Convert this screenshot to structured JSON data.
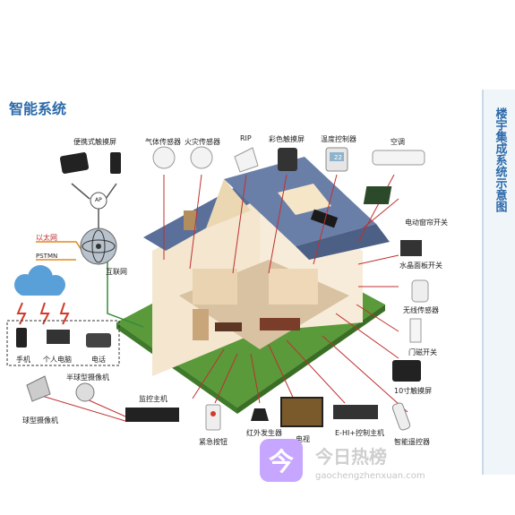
{
  "title": "智能系统",
  "side_title": "楼宇集成系统示意图",
  "labels": {
    "portable_touch": "便携式触摸屏",
    "gas_sensor": "气体传感器",
    "fire_sensor": "火灾传感器",
    "rip": "RIP",
    "color_touch": "彩色触摸屏",
    "temp_controller": "温度控制器",
    "air_conditioner": "空调",
    "ethernet": "以太网",
    "pstmn": "PSTMN",
    "internet": "互联网",
    "ap": "AP",
    "phone_mobile": "手机",
    "pc": "个人电脑",
    "telephone": "电话",
    "half_dome_cam": "半球型摄像机",
    "dome_cam": "球型摄像机",
    "monitor_host": "监控主机",
    "emergency_button": "紧急按钮",
    "ir_emitter": "红外发生器",
    "tv": "电视",
    "ehi_host": "E-HI+控制主机",
    "smart_remote": "智能遥控器",
    "curtain_switch": "电动窗帘开关",
    "lcd_panel_switch": "水晶面板开关",
    "wireless_sensor": "无线传感器",
    "door_switch": "门磁开关",
    "touch_10": "10寸触摸屏"
  },
  "lcd_temp": "22",
  "watermark": {
    "icon_glyph": "今",
    "name": "今日热榜",
    "url": "gaochengzhenxuan.com"
  },
  "colors": {
    "title_blue": "#2c6aa9",
    "wire_red": "#c03030",
    "wire_green": "#3a8a3a",
    "wire_orange": "#e08a1e"
  }
}
